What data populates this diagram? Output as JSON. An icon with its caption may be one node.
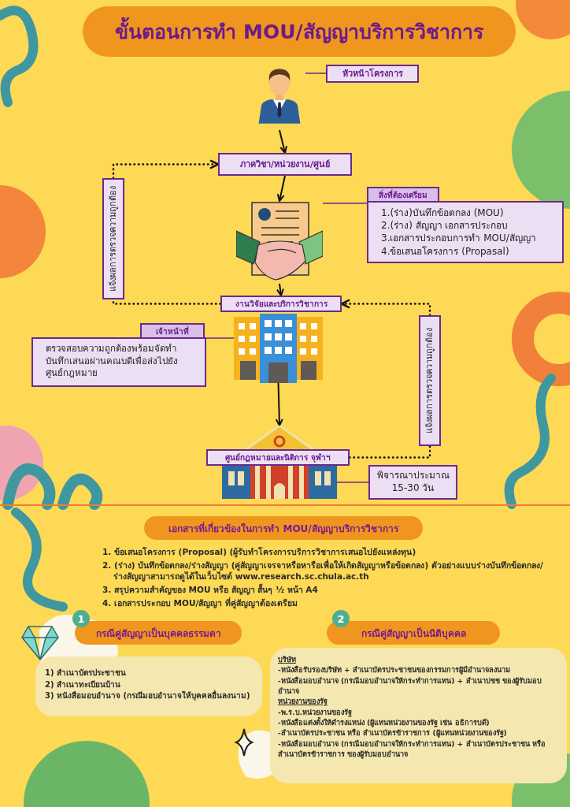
{
  "diagram": {
    "title": "ขั้นตอนการทำ MOU/สัญญาบริการวิชาการ",
    "nodes": [
      {
        "text": [
          "หัวหน้าโครงการ"
        ]
      },
      {
        "text": [],
        "shape": "person"
      },
      {
        "text": [
          "ภาควิชา/หน่วยงาน/ศูนย์"
        ]
      },
      {
        "text": [],
        "shape": "picture"
      },
      {
        "text": [
          "สิ่งที่ต้องเตรียม",
          "1.(ร่าง)บันทึกข้อตกลง (MOU)",
          "2.(ร่าง) สัญญา เอกสารประกอบ",
          "3.เอกสารประกอบการทำ MOU/สัญญา",
          "4.ข้อเสนอโครงการ (Propasal)"
        ]
      },
      {
        "text": [
          "งานวิจัยและบริการวิชาการ"
        ]
      },
      {
        "text": [],
        "shape": "picture"
      },
      {
        "text": [
          "เจ้าหน้าที่",
          "ตรวจสอบความถูกต้องพร้อมจัดทำ บันทึกเสนอผ่านคณบดีเพื่อส่งไปยัง ศูนย์กฎหมาย"
        ]
      },
      {
        "text": [
          "ศูนย์กฎหมายและนิติการ จุฬาฯ"
        ]
      },
      {
        "text": [],
        "shape": "picture"
      },
      {
        "text": [
          "พิจารณาประมาณ 15-30 วัน"
        ]
      },
      {
        "text": [
          "แจ้งผลการตรวจความถูกต้อง"
        ]
      },
      {
        "text": [
          "แจ้งผลการตรวจความถูกต้อง"
        ]
      },
      {
        "text": [
          "เอกสารที่เกี่ยวข้องในการทำ MOU/สัญญาบริการวิชาการ"
        ],
        "beside": [
          "1. ข้อเสนอโครงการ (Proposal) (ผู้รับทำโครงการบริการวิชาการเสนอไปยังแหล่งทุน)",
          "2. (ร่าง) บันทึกข้อตกลง/ร่างสัญญา (คู่สัญญาเจรจาหรือหารือเพื่อให้เกิดสัญญาหรือข้อตกลง) ตัวอย่างแบบร่างบันทึกข้อตกลง/ร่างสัญญาสามารถดูได้ในเว็บไซต์ www.research.sc.chula.ac.th",
          "3. สรุปความสำคัญของ MOU หรือ สัญญา สั้นๆ ½ หน้า A4",
          "4. เอกสารประกอบ MOU/สัญญา ที่คู่สัญญาต้องเตรียม"
        ]
      },
      {
        "text": [
          "1"
        ]
      },
      {
        "text": [
          "กรณีคู่สัญญาเป็นบุคคลธรรมดา"
        ]
      },
      {
        "text": [
          "1) สำเนาบัตรประชาชน",
          "2) สำเนาทะเบียนบ้าน",
          "3) หนังสือมอบอำนาจ (กรณีมอบอำนาจให้บุคคลอื่นลงนาม)"
        ]
      },
      {
        "text": [
          "2"
        ]
      },
      {
        "text": [
          "กรณีคู่สัญญาเป็นนิติบุคคล"
        ]
      },
      {
        "text": [
          "บริษัท",
          "-หนังสือรับรองบริษัท + สำเนาบัตรประชาชนของกรรมการผู้มีอำนาจลงนาม",
          "-หนังสือมอบอำนาจ (กรณีมอบอำนาจให้กระทำการแทน) + สำเนาปชช ของผู้รับมอบอำนาจ",
          "หน่วยงานของรัฐ",
          "-พ.ร.บ.หน่วยงานของรัฐ",
          "-หนังสือแต่งตั้งให้ดำรงแหน่ง (ผู้แทนหน่วยงานของรัฐ เช่น อธิการบดี)",
          "-สำเนาบัตรประชาชน หรือ สำเนาบัตรข้าราชการ (ผู้แทนหน่วยงานของรัฐ)",
          "-หนังสือมอบอำนาจ (กรณีมอบอำนาจให้กระทำการแทน) + สำเนาบัตรประชาชน หรือสำเนาบัตรข้าราชการ ของผู้รับมอบอำนาจ"
        ]
      }
    ],
    "edges": [
      {
        "from": 0,
        "to": 1,
        "arrow": "none",
        "color": "#6a2a8e"
      },
      {
        "from": 1,
        "to": 2,
        "arrow": "to"
      },
      {
        "from": 2,
        "to": 3,
        "arrow": "to"
      },
      {
        "from": 4,
        "to": 3,
        "arrow": "none",
        "color": "#6a2a8e"
      },
      {
        "from": 3,
        "to": 5,
        "arrow": "to"
      },
      {
        "from": 7,
        "to": 6,
        "arrow": "none",
        "color": "#6a2a8e"
      },
      {
        "from": 6,
        "to": 9,
        "arrow": "to"
      },
      {
        "from": 10,
        "to": 9,
        "arrow": "none",
        "color": "#6a2a8e"
      },
      {
        "from": 5,
        "to": 11,
        "arrow": "none",
        "style": "dashed"
      },
      {
        "from": 11,
        "to": 2,
        "arrow": "to",
        "style": "dashed"
      },
      {
        "from": 8,
        "to": 12,
        "arrow": "none",
        "style": "dashed"
      },
      {
        "from": 12,
        "to": 5,
        "arrow": "to",
        "style": "dashed"
      }
    ]
  }
}
